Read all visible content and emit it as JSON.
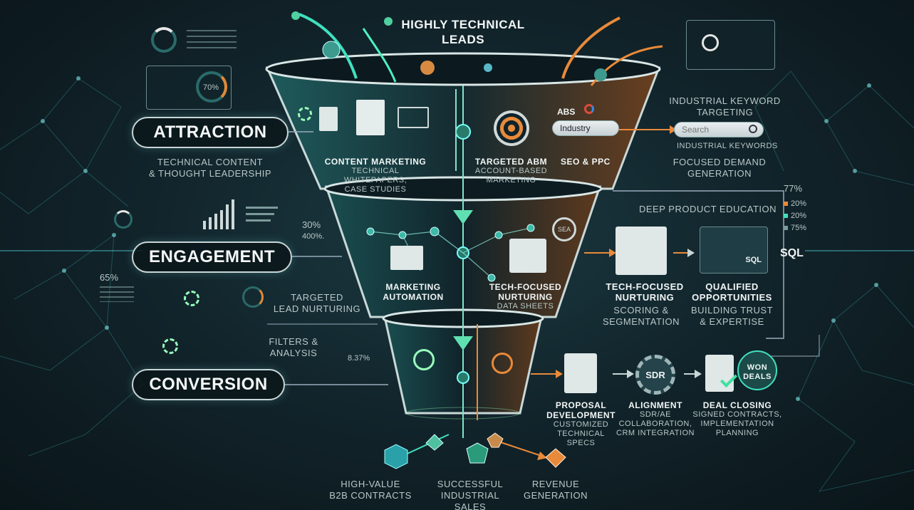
{
  "top_label": [
    "HIGHLY TECHNICAL",
    "LEADS"
  ],
  "stages": {
    "attraction": "ATTRACTION",
    "engagement": "ENGAGEMENT",
    "conversion": "CONVERSION"
  },
  "left_notes": {
    "attraction_sub": [
      "TECHNICAL CONTENT",
      "& THOUGHT LEADERSHIP"
    ],
    "engagement_sub": [
      "TARGETED",
      "LEAD NURTURING"
    ],
    "filters": [
      "FILTERS &",
      "ANALYSIS"
    ],
    "pct_70": "70%",
    "pct_30": "30%",
    "pct_400": "400%.",
    "pct_65": "65%",
    "val_837": "8.37%"
  },
  "funnel_top": {
    "content_title": "CONTENT MARKETING",
    "content_sub": [
      "TECHNICAL WHITEPAPERS,",
      "CASE STUDIES"
    ],
    "abm_title": "TARGETED ABM",
    "abm_sub": [
      "ACCOUNT-BASED",
      "MARKETING"
    ],
    "seo_title": "SEO & PPC",
    "abs_label": "ABS",
    "search_value": "Industry"
  },
  "funnel_mid": {
    "automation": [
      "MARKETING",
      "AUTOMATION"
    ],
    "nurturing_title": [
      "TECH-FOCUSED",
      "NURTURING"
    ],
    "nurturing_sub": "DATA SHEETS",
    "badge": "SEA"
  },
  "right_top": {
    "keyword_title": [
      "INDUSTRIAL KEYWORD",
      "TARGETING"
    ],
    "search_placeholder": "Search",
    "keywords_label": "INDUSTRIAL KEYWORDS",
    "demand": [
      "FOCUSED DEMAND",
      "GENERATION"
    ]
  },
  "right_mid": {
    "deep_edu": "DEEP PRODUCT EDUCATION",
    "pct_77": "77%",
    "legend": [
      "20%",
      "20%",
      "75%"
    ],
    "sql_badge": "SQL",
    "sql_side": "SQL",
    "nurturing_title": [
      "TECH-FOCUSED",
      "NURTURING"
    ],
    "scoring": [
      "SCORING &",
      "SEGMENTATION"
    ],
    "qualified": [
      "QUALIFIED",
      "OPPORTUNITIES"
    ],
    "trust": [
      "BUILDING TRUST",
      "& EXPERTISE"
    ]
  },
  "right_bottom": {
    "proposal_title": [
      "PROPOSAL",
      "DEVELOPMENT"
    ],
    "proposal_sub": [
      "CUSTOMIZED",
      "TECHNICAL",
      "SPECS"
    ],
    "sdr_label": "SDR",
    "alignment_title": "ALIGNMENT",
    "alignment_sub": [
      "SDR/AE",
      "COLLABORATION,",
      "CRM INTEGRATION"
    ],
    "won_deals": [
      "WON",
      "DEALS"
    ],
    "closing_title": "DEAL CLOSING",
    "closing_sub": [
      "SIGNED CONTRACTS,",
      "IMPLEMENTATION",
      "PLANNING"
    ]
  },
  "outcomes": {
    "contracts": [
      "HIGH-VALUE",
      "B2B CONTRACTS"
    ],
    "sales": [
      "SUCCESSFUL",
      "INDUSTRIAL SALES"
    ],
    "revenue": [
      "REVENUE",
      "GENERATION"
    ]
  },
  "colors": {
    "teal": "#3fe0c0",
    "orange": "#e98a3a",
    "background": "#12252c"
  }
}
